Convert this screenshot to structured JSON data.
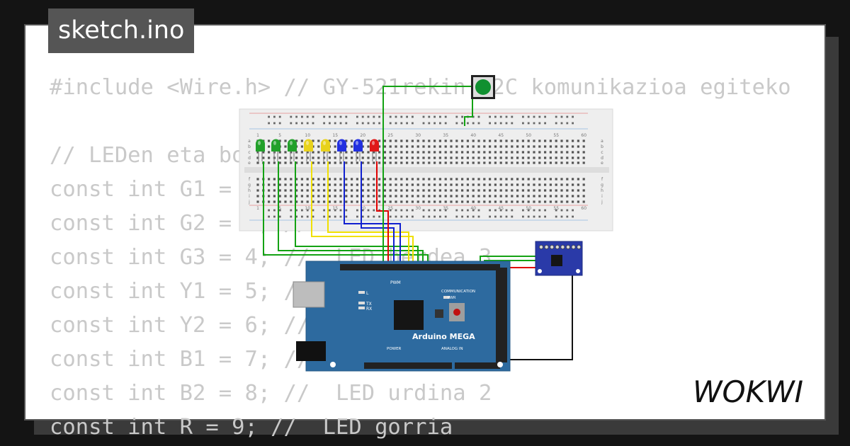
{
  "file_tab": {
    "label": "sketch.ino"
  },
  "code_lines": [
    "#include <Wire.h> // GY-521rekin I2C komunikazioa egiteko",
    "",
    "// LEDen eta botoiaren pinak",
    "const int G1 = 2; //  LED berdea 1",
    "const int G2 = 3; //  LED berdea 2",
    "const int G3 = 4; //  LED berdea 3",
    "const int Y1 = 5; //  LED horia 1",
    "const int Y2 = 6; //  LED horia 2",
    "const int B1 = 7; //  LED urdina 1",
    "const int B2 = 8; //  LED urdina 2",
    "const int R = 9; //  LED gorria"
  ],
  "board": {
    "name": "Arduino MEGA",
    "labels": {
      "pwm": "PWM",
      "communication": "COMMUNICATION",
      "power": "POWER",
      "analog_in": "ANALOG IN",
      "l": "L",
      "tx": "TX",
      "rx": "RX",
      "pwr": "PWR"
    }
  },
  "breadboard": {
    "column_numbers": [
      "1",
      "5",
      "10",
      "15",
      "20",
      "25",
      "30",
      "35",
      "40",
      "45",
      "50",
      "55",
      "60"
    ],
    "row_letters_top": [
      "a",
      "b",
      "c",
      "d",
      "e"
    ],
    "row_letters_bottom": [
      "f",
      "g",
      "h",
      "i",
      "j"
    ]
  },
  "leds": [
    {
      "color": "#22a02a"
    },
    {
      "color": "#22a02a"
    },
    {
      "color": "#22a02a"
    },
    {
      "color": "#e8d21c"
    },
    {
      "color": "#e8d21c"
    },
    {
      "color": "#2230e0"
    },
    {
      "color": "#2230e0"
    },
    {
      "color": "#e01818"
    }
  ],
  "colors": {
    "wire_green": "#13a213",
    "wire_yellow": "#f0e000",
    "wire_blue": "#1020d0",
    "wire_red": "#e00000",
    "wire_black": "#111111",
    "board_blue": "#2d6a9f",
    "button_green": "#109030"
  },
  "brand": {
    "logo_text": "WOKWI"
  }
}
